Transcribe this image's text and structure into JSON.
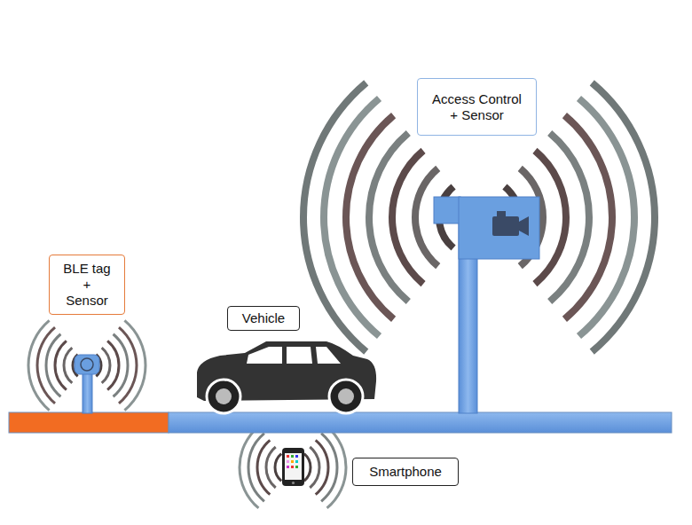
{
  "diagram": {
    "nodes": [
      {
        "text": [
          "Access Control + Sensor"
        ]
      },
      {
        "text": [
          "BLE tag + Sensor"
        ]
      },
      {
        "text": [
          "Vehicle"
        ]
      },
      {
        "text": [
          "Smartphone"
        ]
      }
    ]
  }
}
